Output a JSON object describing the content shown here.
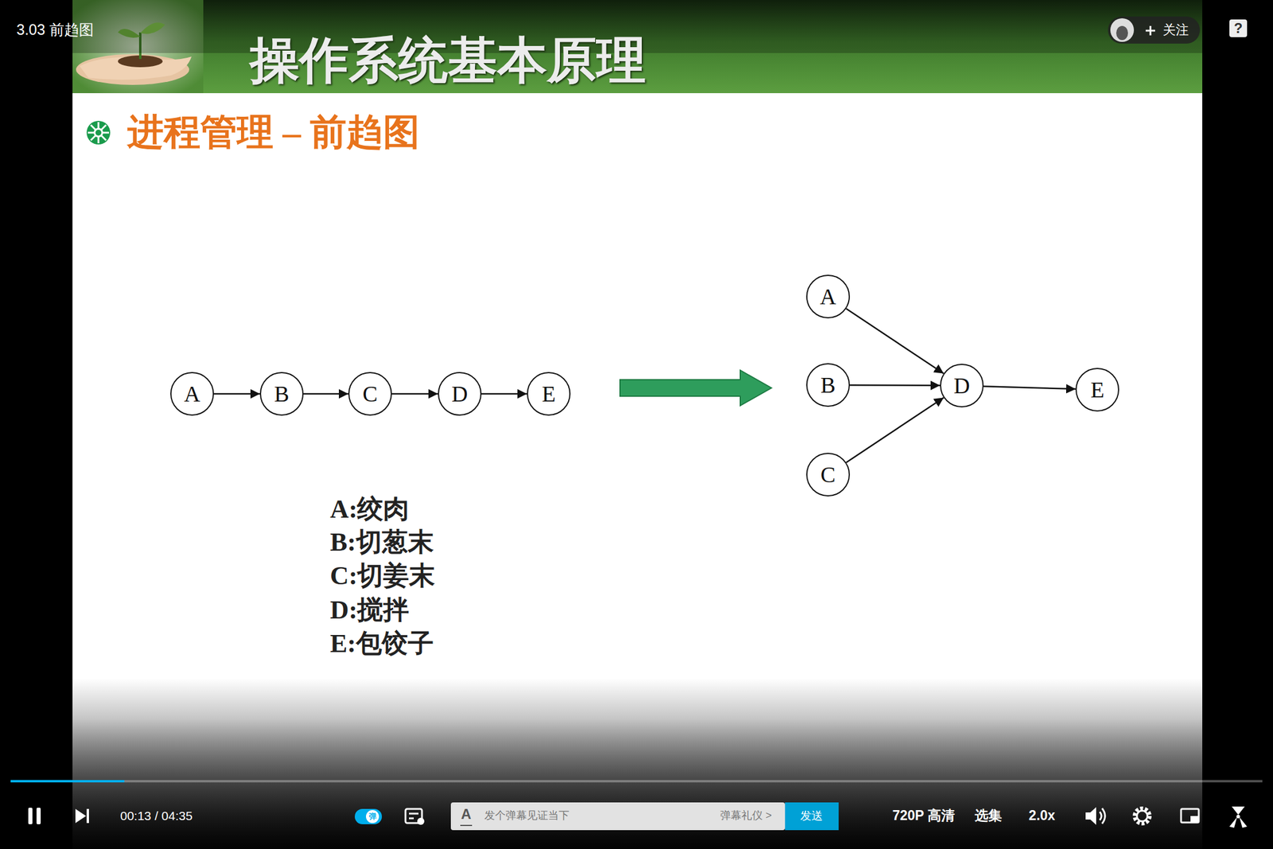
{
  "diagram": {
    "title": "操作系统基本原理",
    "nodes": [
      {
        "text": [
          "A"
        ]
      },
      {
        "text": [
          "B"
        ]
      },
      {
        "text": [
          "C"
        ]
      },
      {
        "text": [
          "D"
        ]
      },
      {
        "text": [
          "E"
        ]
      },
      {
        "text": [
          "A"
        ]
      },
      {
        "text": [
          "B"
        ]
      },
      {
        "text": [
          "C"
        ]
      },
      {
        "text": [
          "D"
        ]
      },
      {
        "text": [
          "E"
        ]
      }
    ],
    "edges": [
      {
        "from": 0,
        "to": 1,
        "arrow": "to"
      },
      {
        "from": 1,
        "to": 2,
        "arrow": "to"
      },
      {
        "from": 2,
        "to": 3,
        "arrow": "to"
      },
      {
        "from": 3,
        "to": 4,
        "arrow": "to"
      },
      {
        "from": 5,
        "to": 8,
        "arrow": "to"
      },
      {
        "from": 6,
        "to": 8,
        "arrow": "to"
      },
      {
        "from": 7,
        "to": 8,
        "arrow": "to"
      },
      {
        "from": 8,
        "to": 9,
        "arrow": "to"
      }
    ],
    "labels": [
      "3.03 前趋图",
      "关注",
      "?",
      "进程管理 – 前趋图",
      "A:绞肉",
      "B:切葱末",
      "C:切姜末",
      "D:搅拌",
      "E:包饺子",
      "00:13 / 04:35",
      "弹",
      "A",
      "发个弹幕见证当下",
      "弹幕礼仪 >",
      "发送",
      "720P 高清",
      "选集",
      "2.0x"
    ]
  }
}
